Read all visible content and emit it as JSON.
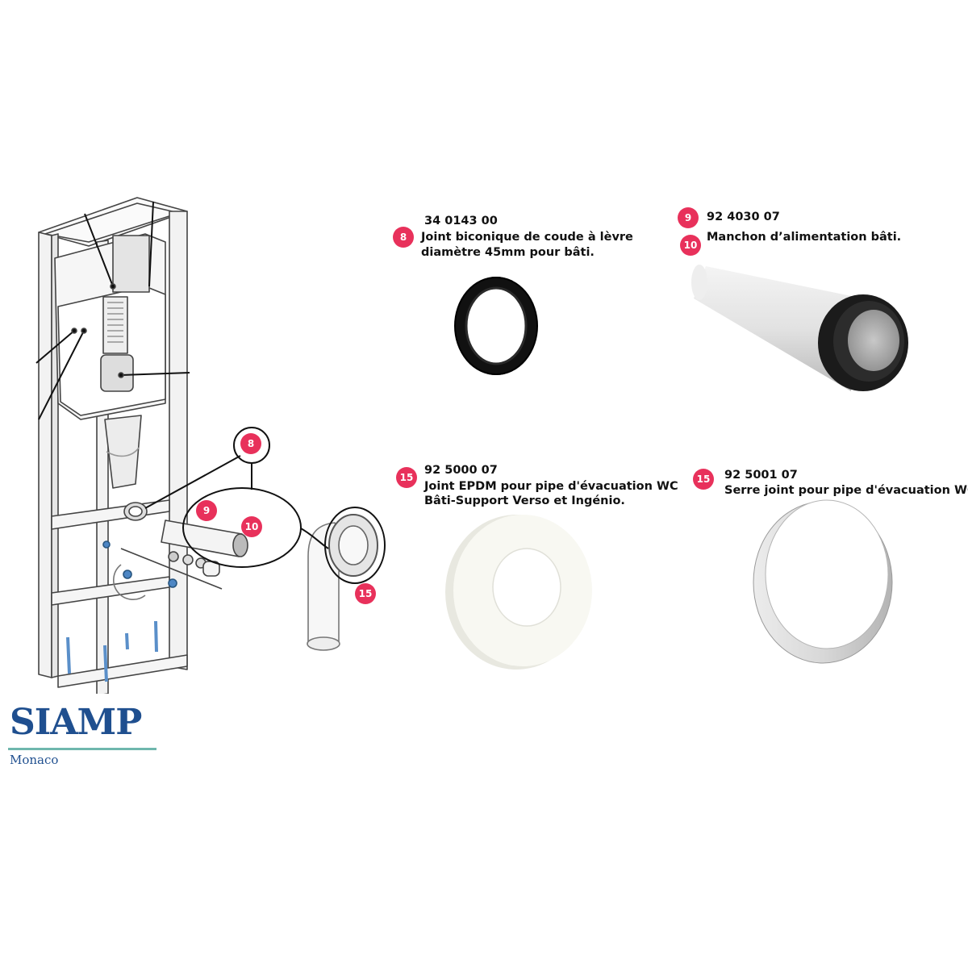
{
  "brand": {
    "name": "SIAMP",
    "location": "Monaco",
    "color": "#1f4f8f",
    "accent": "#6fb7ad"
  },
  "badge_color": "#e8315b",
  "diagram_callouts": {
    "c8": "8",
    "c9": "9",
    "c10": "10",
    "c15": "15"
  },
  "parts": [
    {
      "numbers": [
        "8"
      ],
      "ref": "34 0143 00",
      "lines": [
        "Joint biconique de coude à lèvre",
        "diamètre 45mm pour bâti."
      ]
    },
    {
      "numbers": [
        "9",
        "10"
      ],
      "ref": "92 4030 07",
      "lines": [
        "Manchon d’alimentation bâti."
      ]
    },
    {
      "numbers": [
        "15"
      ],
      "ref": "92 5000 07",
      "lines": [
        "Joint EPDM pour pipe d'évacuation WC",
        "Bâti-Support Verso et Ingénio."
      ]
    },
    {
      "numbers": [
        "15"
      ],
      "ref": "92 5001 07",
      "lines": [
        "Serre joint pour pipe d'évacuation WC."
      ]
    }
  ]
}
